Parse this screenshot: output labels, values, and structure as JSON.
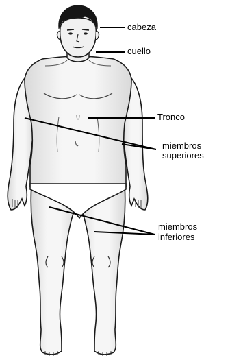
{
  "labels": {
    "head": "cabeza",
    "neck": "cuello",
    "trunk": "Tronco",
    "upper_limbs": [
      "miembros",
      "superiores"
    ],
    "lower_limbs": [
      "miembros",
      "inferiores"
    ]
  },
  "colors": {
    "outline": "#1a1a1a",
    "skin": "#efefef",
    "hair": "#161616",
    "leader": "#000000"
  }
}
